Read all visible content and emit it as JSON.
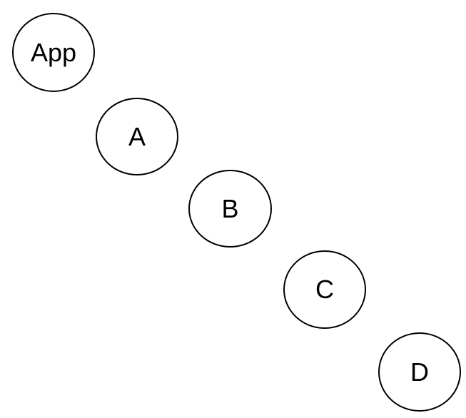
{
  "nodes": [
    {
      "id": "app",
      "label": "App"
    },
    {
      "id": "a",
      "label": "A"
    },
    {
      "id": "b",
      "label": "B"
    },
    {
      "id": "c",
      "label": "C"
    },
    {
      "id": "d",
      "label": "D"
    }
  ],
  "colors": {
    "stroke": "#000000",
    "background": "#ffffff",
    "text": "#000000"
  }
}
